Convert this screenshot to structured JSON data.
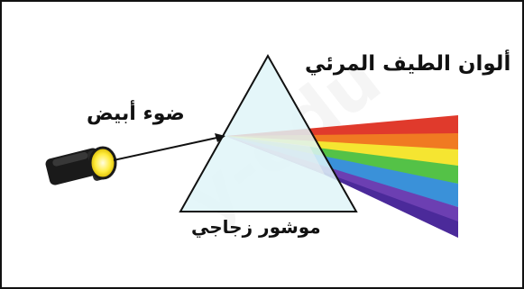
{
  "labels": {
    "spectrum": "ألوان الطيف المرئي",
    "white_light": "ضوء أبيض",
    "prism": "موشور زجاجي"
  },
  "watermark": "y-edu",
  "colors": {
    "prism_fill": "#dff4f8",
    "flashlight_lens": "#ffec3d",
    "flashlight_body": "#1a1a1a",
    "spectrum": [
      "#e03a2c",
      "#f07a22",
      "#f5e531",
      "#54c247",
      "#3a91d9",
      "#6c3fb2"
    ]
  },
  "icons": {
    "light_source": "flashlight-icon"
  }
}
